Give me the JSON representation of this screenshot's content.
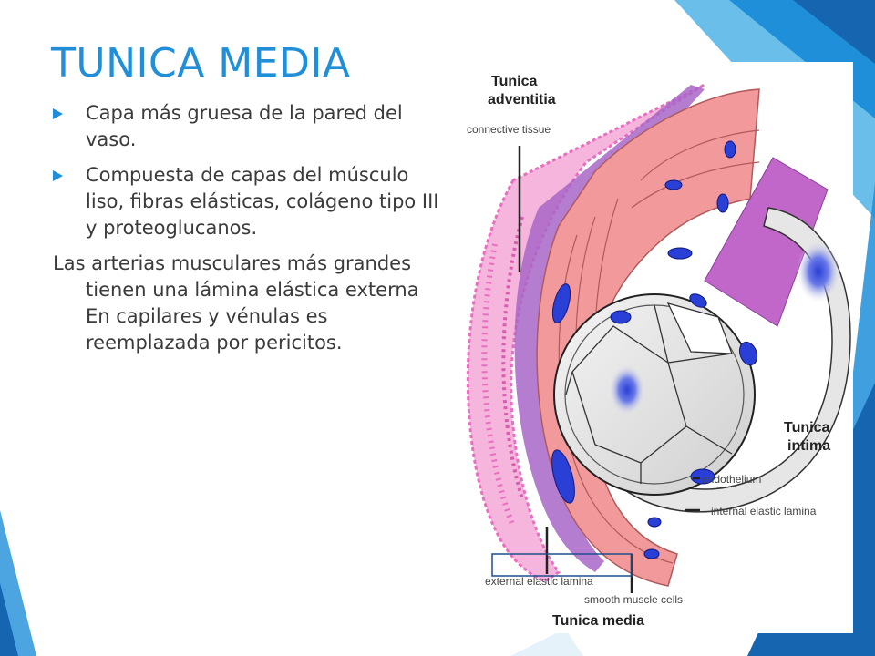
{
  "slide": {
    "title": "TUNICA MEDIA",
    "bullets": [
      "Capa más gruesa de la pared del vaso.",
      "Compuesta de capas del músculo liso, fibras elásticas, colágeno  tipo III y proteoglucanos."
    ],
    "paragraph": "Las arterias musculares más grandes tienen una lámina elástica externa  En capilares y vénulas es reemplazada por pericitos."
  },
  "figure": {
    "labels": {
      "tunica_adventitia_1": "Tunica",
      "tunica_adventitia_2": "adventitia",
      "connective_tissue": "connective tissue",
      "tunica_intima_1": "Tunica",
      "tunica_intima_2": "intima",
      "endothelium": "endothelium",
      "internal_elastic_lamina": "internal elastic lamina",
      "external_elastic_lamina": "external elastic lamina",
      "smooth_muscle_cells": "smooth muscle cells",
      "tunica_media": "Tunica media"
    }
  },
  "colors": {
    "title_blue": "#1f8fd9",
    "accent_dark": "#1565b0",
    "accent_light": "#4fb0e8",
    "muscle_pink": "#f2999b",
    "elastic_purple": "#b34fc4",
    "adventitia_magenta": "#e86fc0",
    "nucleus_blue": "#2a3fd6"
  }
}
